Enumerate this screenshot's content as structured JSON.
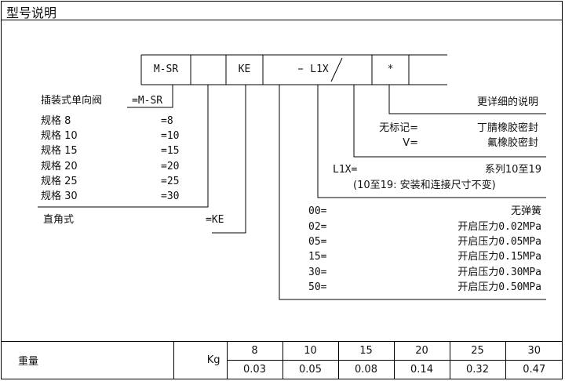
{
  "title": "型号说明",
  "code_boxes": {
    "box1": "M-SR",
    "box3": "KE",
    "box5": "L1X",
    "box7": "*"
  },
  "seal_section": {
    "heading": "更详细的说明",
    "rows": [
      {
        "code": "无标记=",
        "desc": "丁腈橡胶密封"
      },
      {
        "code": "V=",
        "desc": "氟橡胶密封"
      }
    ]
  },
  "series_section": {
    "code": "L1X=",
    "desc": "系列10至19",
    "note": "(10至19: 安装和连接尺寸不变)"
  },
  "valve_section": {
    "label": "插装式单向阀",
    "code": "=M-SR"
  },
  "size_section": {
    "rows": [
      {
        "name": "规格 8",
        "code": "=8"
      },
      {
        "name": "规格 10",
        "code": "=10"
      },
      {
        "name": "规格 15",
        "code": "=15"
      },
      {
        "name": "规格 20",
        "code": "=20"
      },
      {
        "name": "规格 25",
        "code": "=25"
      },
      {
        "name": "规格 30",
        "code": "=30"
      }
    ]
  },
  "angle_section": {
    "label": "直角式",
    "code": "=KE"
  },
  "spring_section": {
    "rows": [
      {
        "code": "00=",
        "desc": "无弹簧"
      },
      {
        "code": "02=",
        "desc": "开启压力0.02MPa"
      },
      {
        "code": "05=",
        "desc": "开启压力0.05MPa"
      },
      {
        "code": "15=",
        "desc": "开启压力0.15MPa"
      },
      {
        "code": "30=",
        "desc": "开启压力0.30MPa"
      },
      {
        "code": "50=",
        "desc": "开启压力0.50MPa"
      }
    ]
  },
  "weight_table": {
    "label": "重量",
    "unit": "Kg",
    "sizes": [
      "8",
      "10",
      "15",
      "20",
      "25",
      "30"
    ],
    "weights": [
      "0.03",
      "0.05",
      "0.08",
      "0.14",
      "0.32",
      "0.47"
    ]
  }
}
